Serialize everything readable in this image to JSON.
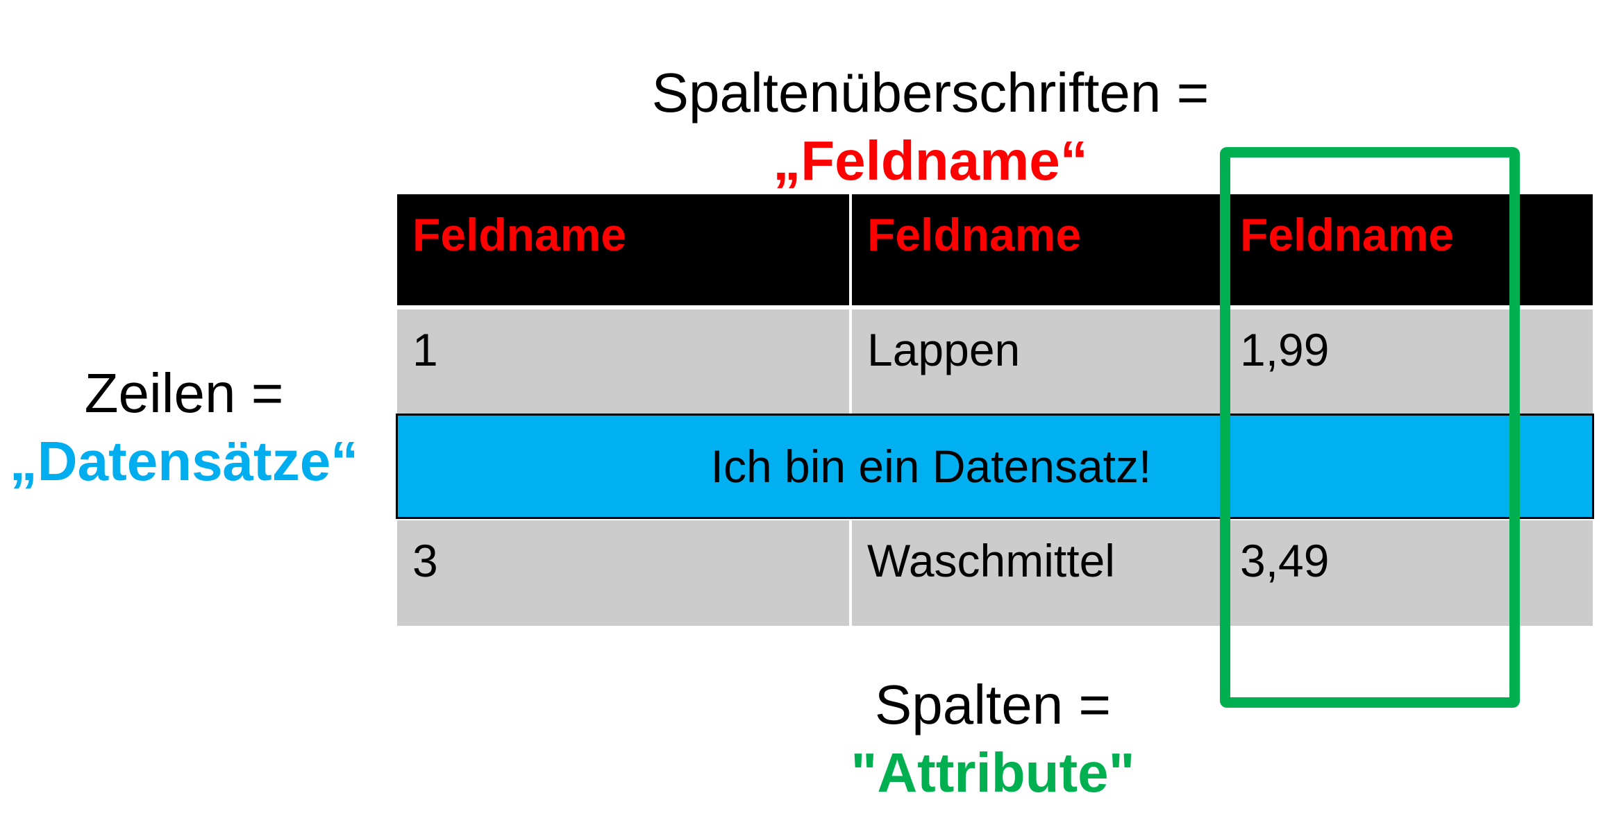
{
  "captions": {
    "column_headers": {
      "line1": "Spaltenüberschriften =",
      "line2": "„Feldname“"
    },
    "rows": {
      "line1": "Zeilen =",
      "line2": "„Datensätze“"
    },
    "columns": {
      "line1": "Spalten =",
      "line2": "\"Attribute\""
    }
  },
  "table": {
    "headers": [
      "Feldname",
      "Feldname",
      "Feldname"
    ],
    "rows": [
      [
        "1",
        "Lappen",
        "1,99"
      ],
      [
        "3",
        "Waschmittel",
        "3,49"
      ]
    ],
    "highlighted_record": "Ich bin ein Datensatz!"
  },
  "colors": {
    "header_background": "#000000",
    "header_text": "#ff0000",
    "row_background": "#cccccc",
    "record_highlight": "#00b0f0",
    "column_highlight": "#00b050",
    "rows_caption_accent": "#00aeef",
    "columns_caption_accent": "#00b050",
    "headers_caption_accent": "#ff0000"
  }
}
